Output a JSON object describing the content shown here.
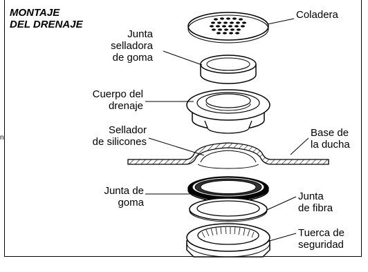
{
  "title": [
    "MONTAJE",
    "DEL DRENAJE"
  ],
  "stray_mark": "n",
  "labels": {
    "coladera": "Coladera",
    "junta_selladora": [
      "Junta",
      "selladora",
      "de goma"
    ],
    "cuerpo_drenaje": [
      "Cuerpo del",
      "drenaje"
    ],
    "sellador": [
      "Sellador",
      "de silicones"
    ],
    "base_ducha": [
      "Base de",
      "la ducha"
    ],
    "junta_goma": [
      "Junta de",
      "goma"
    ],
    "junta_fibra": [
      "Junta",
      "de fibra"
    ],
    "tuerca": [
      "Tuerca de",
      "seguridad"
    ]
  }
}
